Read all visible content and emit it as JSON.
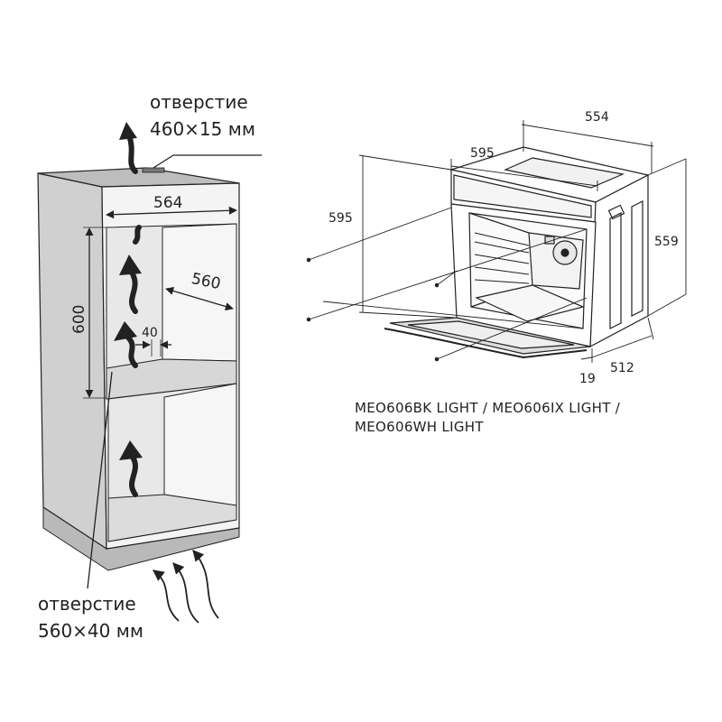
{
  "cabinet": {
    "top_opening_line1": "отверстие",
    "top_opening_line2": "460×15 мм",
    "bottom_opening_line1": "отверстие",
    "bottom_opening_line2": "560×40 мм",
    "dim_width": "564",
    "dim_depth": "560",
    "dim_height": "600",
    "dim_gap": "40"
  },
  "oven": {
    "dim_top_depth": "554",
    "dim_front_width": "595",
    "dim_front_height": "595",
    "dim_side_height": "559",
    "dim_door": "19",
    "dim_body_depth": "512"
  },
  "models": {
    "line1": "MEO606BK LIGHT / MEO606IX LIGHT /",
    "line2": "MEO606WH LIGHT"
  },
  "colors": {
    "cabinet_side": "#d2d2d2",
    "cabinet_inner": "#e6e6e6",
    "plinth": "#b9b9b9",
    "line": "#222222"
  }
}
